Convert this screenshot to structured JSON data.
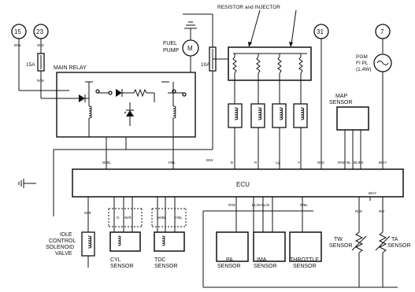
{
  "title": "RESISTOR and INJECTOR",
  "fuses": {
    "f15": "15",
    "f23": "23",
    "f31": "31",
    "f7": "7",
    "amp15": "15A",
    "amp10": "10A"
  },
  "relay": {
    "label": "MAIN RELAY"
  },
  "components": {
    "fuel_pump": [
      "FUEL",
      "PUMP"
    ],
    "ecu": "ECU",
    "pgm_lamp": [
      "PGM",
      "FI PL",
      "(1.4W)"
    ],
    "map_sensor": [
      "MAP",
      "SENSOR"
    ],
    "idle_valve": [
      "IDLE",
      "CONTROL",
      "SOLENOID",
      "VALVE"
    ],
    "cyl_sensor": [
      "CYL",
      "SENSOR"
    ],
    "tdc_sensor": [
      "TDC",
      "SENSOR"
    ],
    "pa_sensor": [
      "PA",
      "SENSOR"
    ],
    "ima_sensor": [
      "IMA",
      "SENSOR"
    ],
    "throttle_sensor": [
      "THROTTLE",
      "SENSOR"
    ],
    "tw_sensor": [
      "TW",
      "SENSOR"
    ],
    "ta_sensor": [
      "TA",
      "SENSOR"
    ]
  },
  "wire_codes": {
    "bw": "B/W",
    "wg": "W/G",
    "rw": "R/W",
    "bw2": "B/W",
    "wbl_relay": "W/BL",
    "ybl": "Y/BL",
    "bw_fuel": "B/W",
    "b": "B",
    "r": "R",
    "lg": "Lg",
    "y": "Y",
    "ws": "W/G",
    "rw_ecu": "R/W",
    "bl": "BL",
    "blbk": "BL/BK",
    "bky": "BK/Y",
    "wr": "W/R",
    "o": "O",
    "wr2": "W/R",
    "wbl": "W/BL",
    "ybl2": "Y/BL",
    "rw2": "R/W",
    "blw": "BL/W",
    "blg": "BL/G",
    "rbl": "R/BL",
    "rw3": "R/W",
    "ry": "R/Y",
    "bky2": "BK/Y"
  }
}
